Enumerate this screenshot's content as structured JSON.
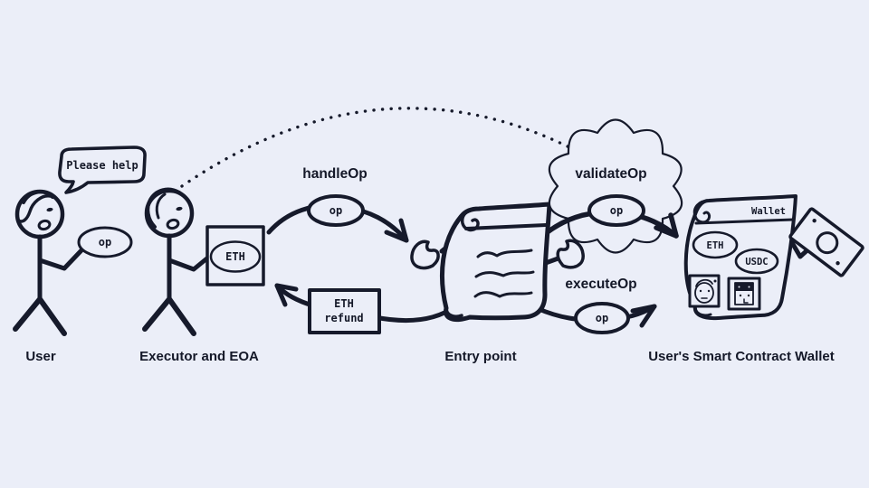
{
  "colors": {
    "background": "#ebeef8",
    "ink": "#161a2b"
  },
  "diagram": {
    "user": {
      "label": "User",
      "speech": "Please help",
      "op_label": "op"
    },
    "executor": {
      "label": "Executor and EOA",
      "eth_label": "ETH"
    },
    "handle_op": {
      "title": "handleOp",
      "op_label": "op"
    },
    "eth_refund": {
      "line1": "ETH",
      "line2": "refund"
    },
    "entry_point": {
      "label": "Entry point"
    },
    "validate_op": {
      "title": "validateOp",
      "op_label": "op"
    },
    "execute_op": {
      "title": "executeOp",
      "op_label": "op"
    },
    "wallet": {
      "label": "User's Smart Contract Wallet",
      "title": "Wallet",
      "eth_label": "ETH",
      "usdc_label": "USDC"
    }
  }
}
